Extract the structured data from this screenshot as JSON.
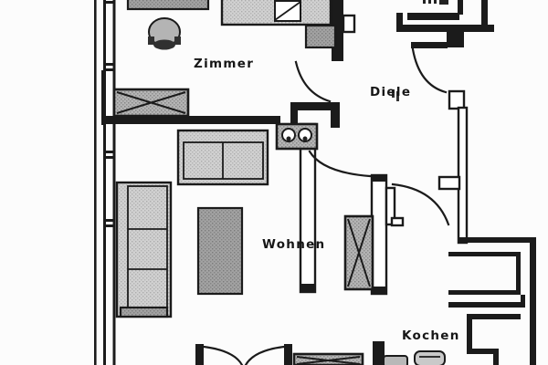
{
  "floorplan": {
    "rooms": [
      {
        "id": "zimmer",
        "label": "Zimmer"
      },
      {
        "id": "diele",
        "label": "Diele"
      },
      {
        "id": "wohnen",
        "label": "Wohnen"
      },
      {
        "id": "kochen",
        "label": "Kochen"
      }
    ],
    "colors": {
      "wall": "#1b1b1b",
      "background": "#fcfcfc",
      "furniture-light": "#d0d0d0",
      "furniture-medium": "#a3a3a3",
      "hatch-gray": "#b5b5b5"
    }
  }
}
